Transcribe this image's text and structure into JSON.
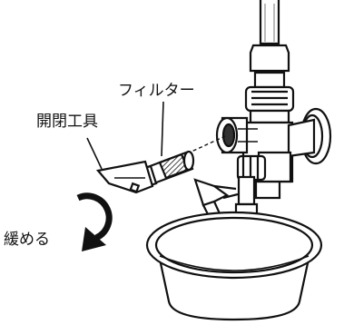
{
  "labels": {
    "filter": "フィルター",
    "tool": "開閉工具",
    "loosen": "緩める"
  },
  "colors": {
    "line": "#111111",
    "fill": "#ffffff",
    "shade": "#555555"
  }
}
